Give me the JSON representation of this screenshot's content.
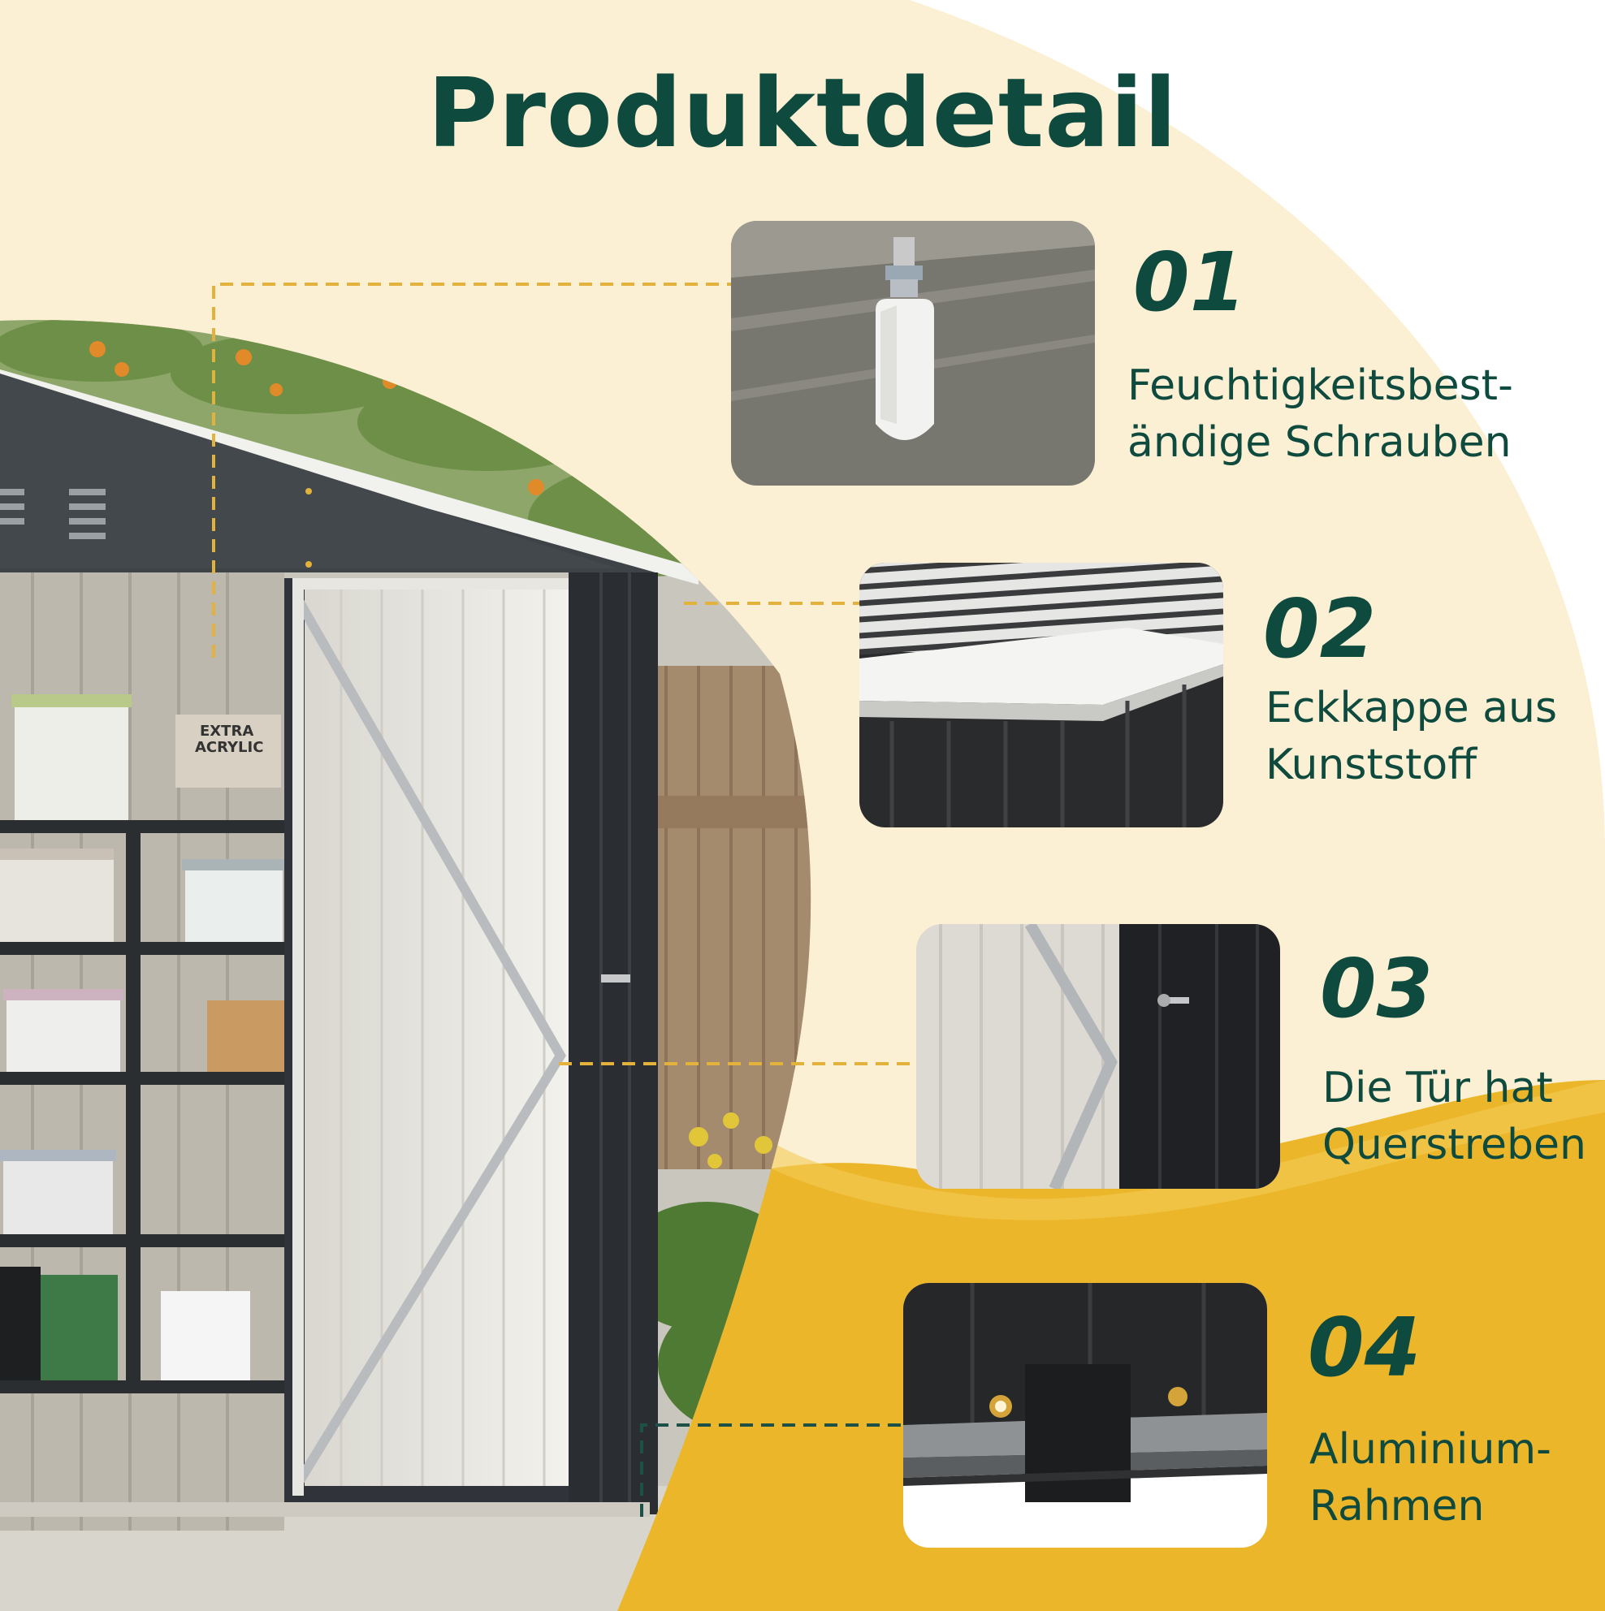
{
  "title": "Produktdetail",
  "colors": {
    "accent_dark_green": "#0f4a3f",
    "cream": "#fbf0d3",
    "gold": "#e8b428",
    "leader_gold": "#e3b23c"
  },
  "features": [
    {
      "number": "01",
      "lines": [
        "Feuchtigkeitsbest-",
        "ändige Schrauben"
      ],
      "image": "screw-closeup"
    },
    {
      "number": "02",
      "lines": [
        "Eckkappe aus",
        "Kunststoff"
      ],
      "image": "corner-cap-closeup"
    },
    {
      "number": "03",
      "lines": [
        "Die Tür hat",
        "Querstreben"
      ],
      "image": "door-strut-closeup"
    },
    {
      "number": "04",
      "lines": [
        "Aluminium-",
        "Rahmen"
      ],
      "image": "aluminium-frame-closeup"
    }
  ],
  "shed_box_label": [
    "EXTRA",
    "ACRYLIC"
  ]
}
